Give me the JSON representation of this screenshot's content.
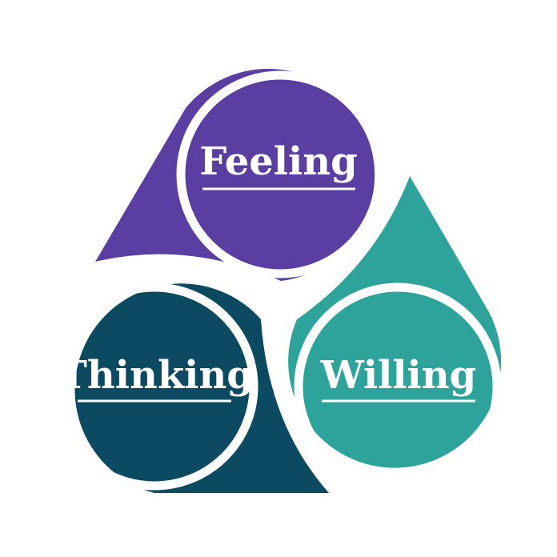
{
  "diagram": {
    "lobes": [
      {
        "id": "feeling",
        "label": "Feeling",
        "color": "#5a3ea1"
      },
      {
        "id": "thinking",
        "label": "Thinking",
        "color": "#0c4a62"
      },
      {
        "id": "willing",
        "label": "Willing",
        "color": "#2ea39c"
      }
    ],
    "ring_color": "#ffffff",
    "background": "#ffffff"
  }
}
